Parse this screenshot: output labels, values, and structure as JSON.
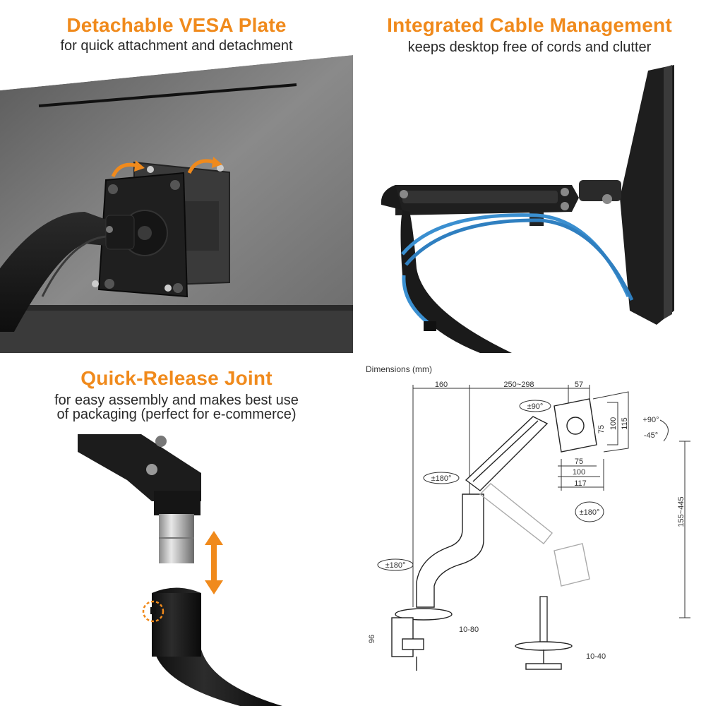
{
  "panels": [
    {
      "title": "Detachable VESA Plate",
      "subtitle": "for quick attachment and detachment"
    },
    {
      "title": "Integrated Cable Management",
      "subtitle": "keeps desktop free of cords and clutter"
    },
    {
      "title": "Quick-Release Joint",
      "subtitle_line1": "for easy assembly and makes best use",
      "subtitle_line2": "of packaging (perfect for e-commerce)"
    }
  ],
  "diagram": {
    "title": "Dimensions (mm)",
    "labels": {
      "top_160": "160",
      "top_250_298": "250~298",
      "top_57": "57",
      "rot_90_head": "±90°",
      "tilt_plus": "+90°",
      "tilt_minus": "-45°",
      "v75": "75",
      "v100": "100",
      "v115": "115",
      "h75": "75",
      "h100": "100",
      "h117": "117",
      "rot_180_a": "±180°",
      "rot_180_b": "±180°",
      "rot_180_c": "±180°",
      "height": "155~445",
      "clamp_96": "96",
      "clamp_10_80": "10-80",
      "grommet_10_40": "10-40"
    }
  },
  "colors": {
    "accent": "#f08a1c",
    "cable": "#3a8fd0",
    "metal_dark": "#1c1c1c"
  }
}
